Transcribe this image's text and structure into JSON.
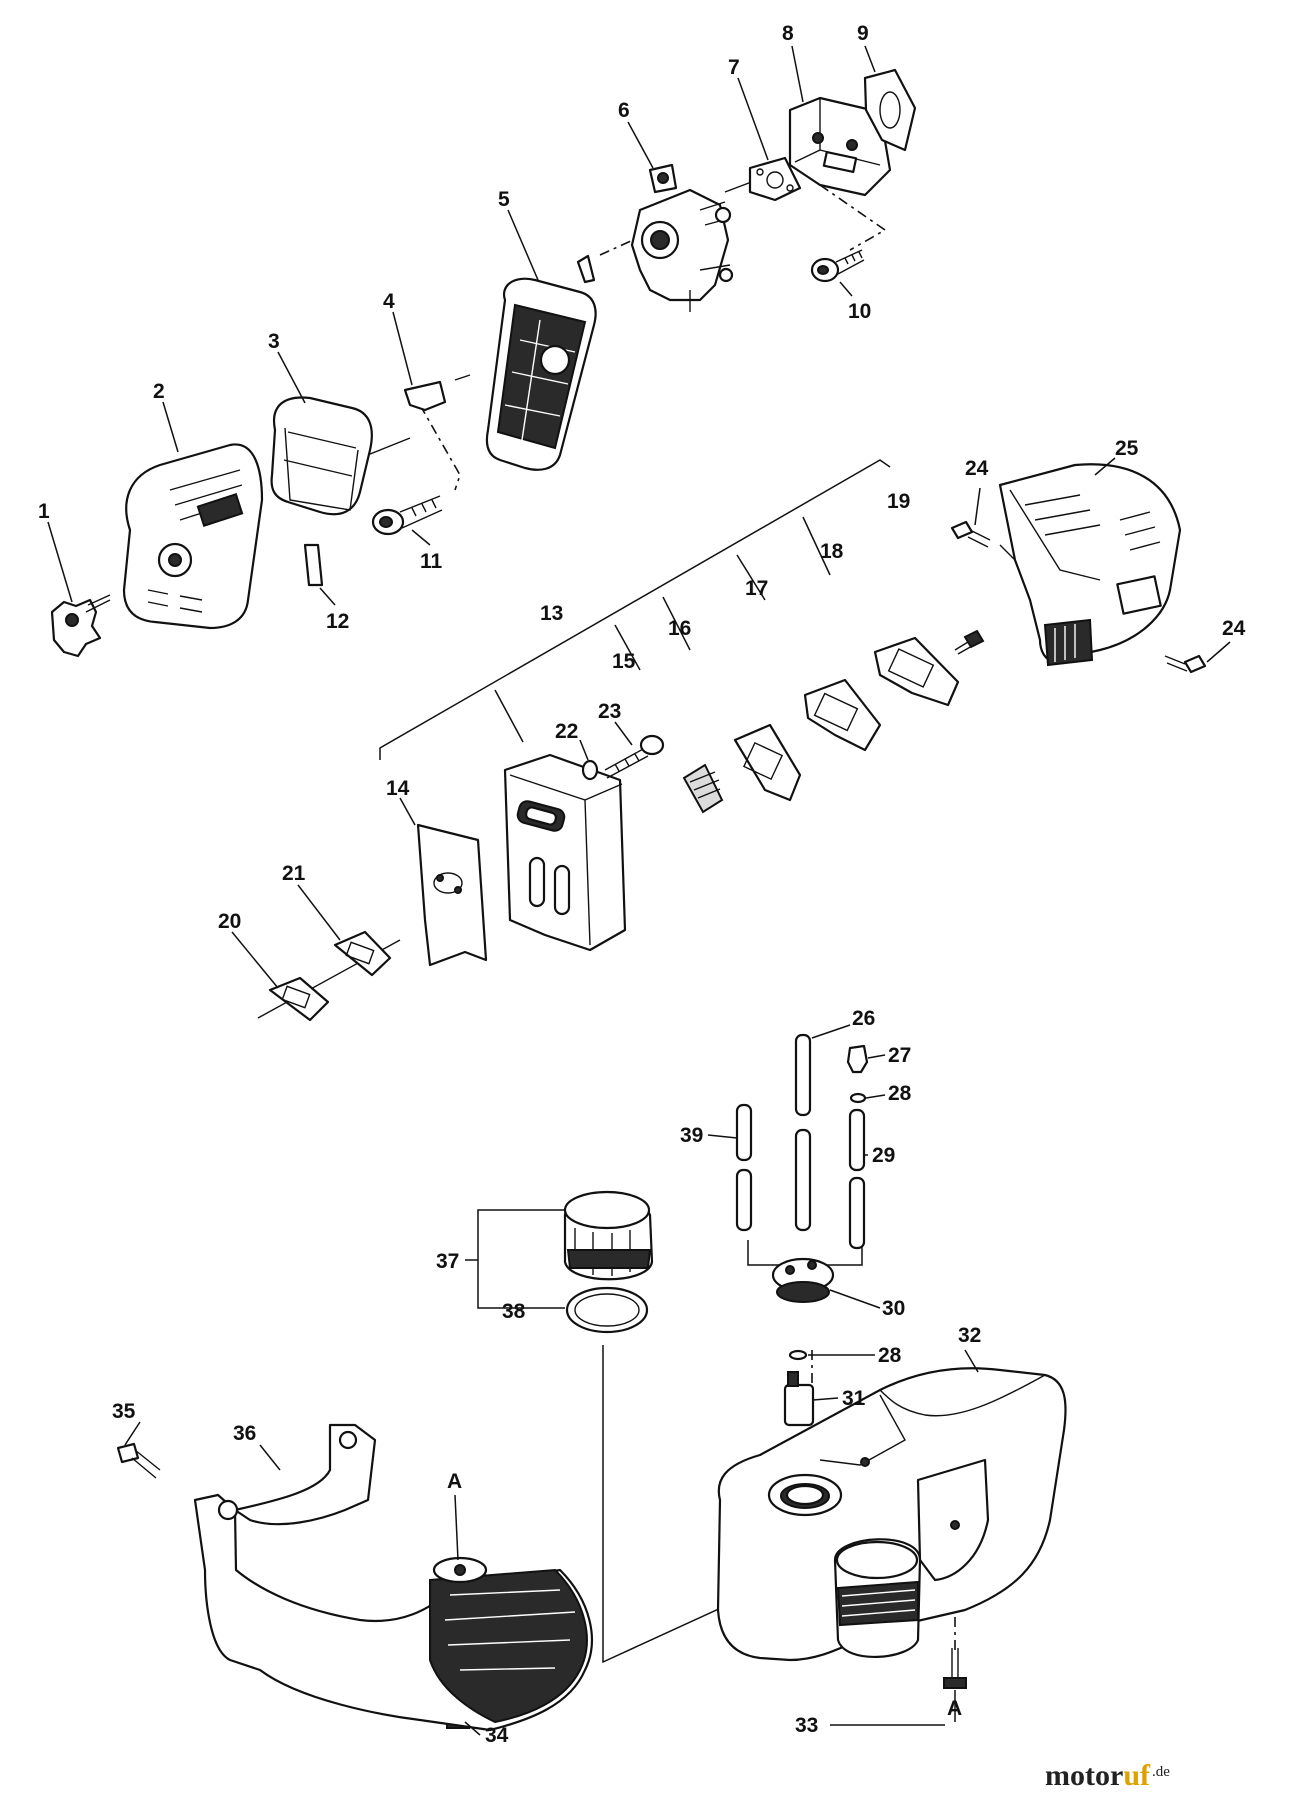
{
  "callouts": {
    "n1": "1",
    "n2": "2",
    "n3": "3",
    "n4": "4",
    "n5": "5",
    "n6": "6",
    "n7": "7",
    "n8": "8",
    "n9": "9",
    "n10": "10",
    "n11": "11",
    "n12": "12",
    "n13": "13",
    "n14": "14",
    "n15": "15",
    "n16": "16",
    "n17": "17",
    "n18": "18",
    "n19": "19",
    "n20": "20",
    "n21": "21",
    "n22": "22",
    "n23": "23",
    "n24a": "24",
    "n24b": "24",
    "n25": "25",
    "n26": "26",
    "n27": "27",
    "n28a": "28",
    "n28b": "28",
    "n29": "29",
    "n30": "30",
    "n31": "31",
    "n32": "32",
    "n33": "33",
    "n34": "34",
    "n35": "35",
    "n36": "36",
    "n37": "37",
    "n38": "38",
    "n39": "39",
    "refA1": "A",
    "refA2": "A"
  },
  "watermark": {
    "brand_main": "motor",
    "brand_accent": "uf",
    "tld": ".de"
  }
}
